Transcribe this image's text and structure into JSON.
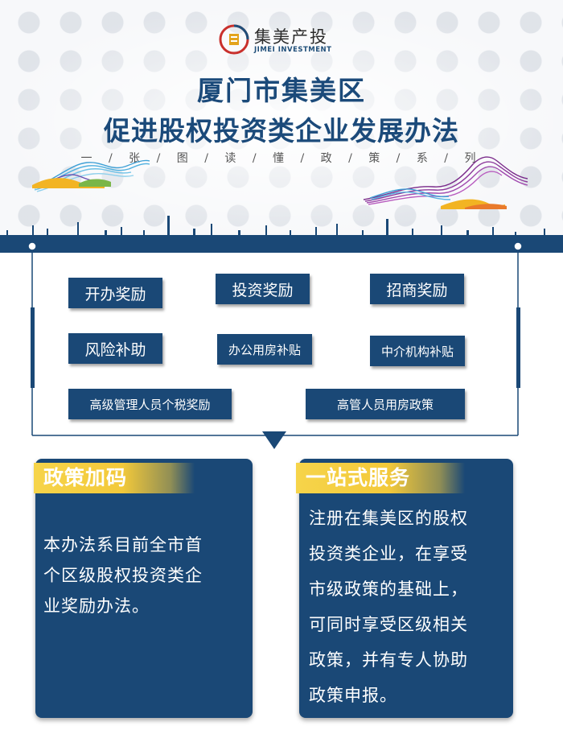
{
  "logo": {
    "name": "集美产投",
    "english": "JIMEI INVESTMENT",
    "icon": "jimei-logo-icon"
  },
  "title": {
    "line1": "厦门市集美区",
    "line2": "促进股权投资类企业发展办法"
  },
  "subtitle": "一 / 张 / 图 / 读 / 懂 / 政 / 策 / 系 / 列",
  "policies": [
    "开办奖励",
    "投资奖励",
    "招商奖励",
    "风险补助",
    "办公用房补贴",
    "中介机构补贴",
    "高级管理人员个税奖励",
    "高管人员用房政策"
  ],
  "cards": {
    "left": {
      "heading": "政策加码",
      "lines": [
        "本办法系目前全市首",
        "个区级股权投资类企",
        "业奖励办法。"
      ]
    },
    "right": {
      "heading": "一站式服务",
      "lines": [
        "注册在集美区的股权",
        "投资类企业，在享受",
        "市级政策的基础上，",
        "可同时享受区级相关",
        "政策，并有专人协助",
        "政策申报。"
      ]
    }
  },
  "colors": {
    "navy": "#1a4876",
    "title_blue": "#1b4a7a",
    "ribbon_yellow": "#f3c93a"
  }
}
